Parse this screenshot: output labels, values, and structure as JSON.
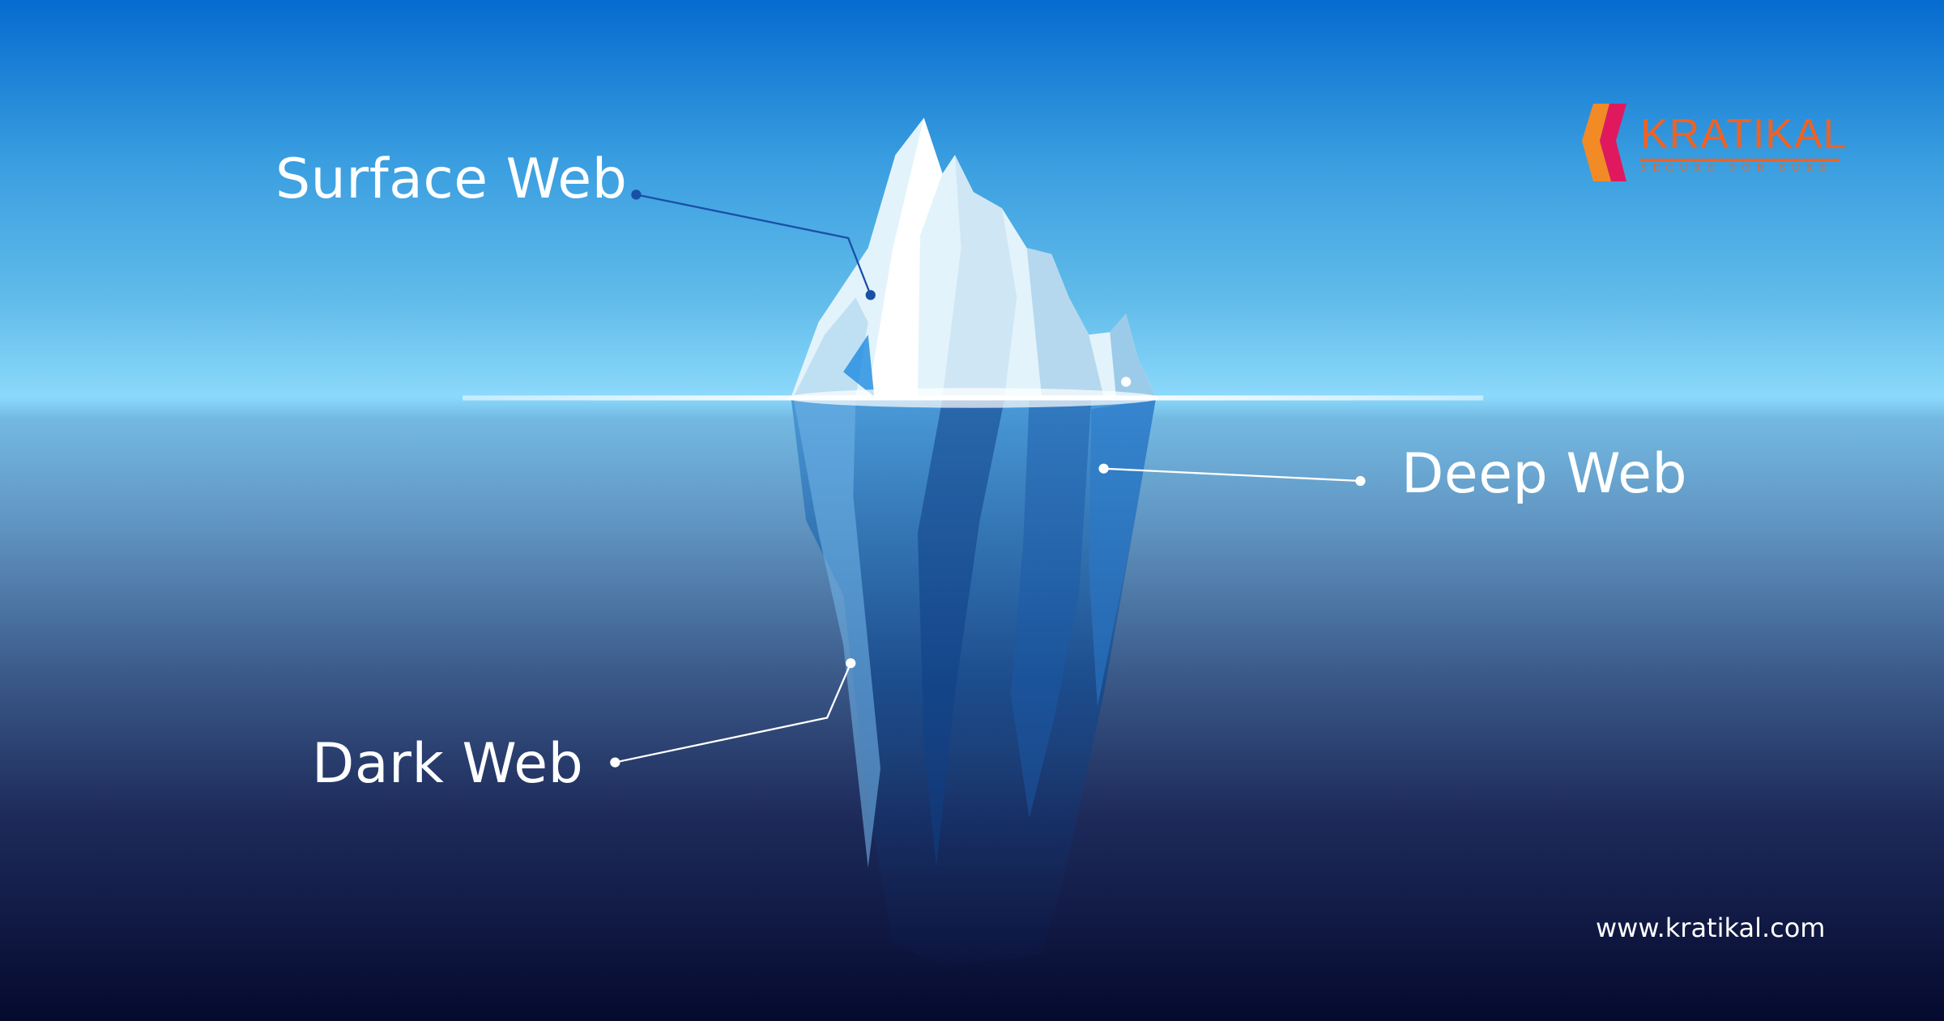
{
  "labels": {
    "surface": "Surface Web",
    "deep": "Deep Web",
    "dark": "Dark Web"
  },
  "logo": {
    "name": "KRATIKAL",
    "tagline": "SECURE FOR SURE"
  },
  "website": "www.kratikal.com",
  "colors": {
    "brand_orange": "#ef6224",
    "brand_pink": "#e0195f",
    "callout_dark": "#1a4fa8",
    "callout_light": "#ffffff"
  }
}
